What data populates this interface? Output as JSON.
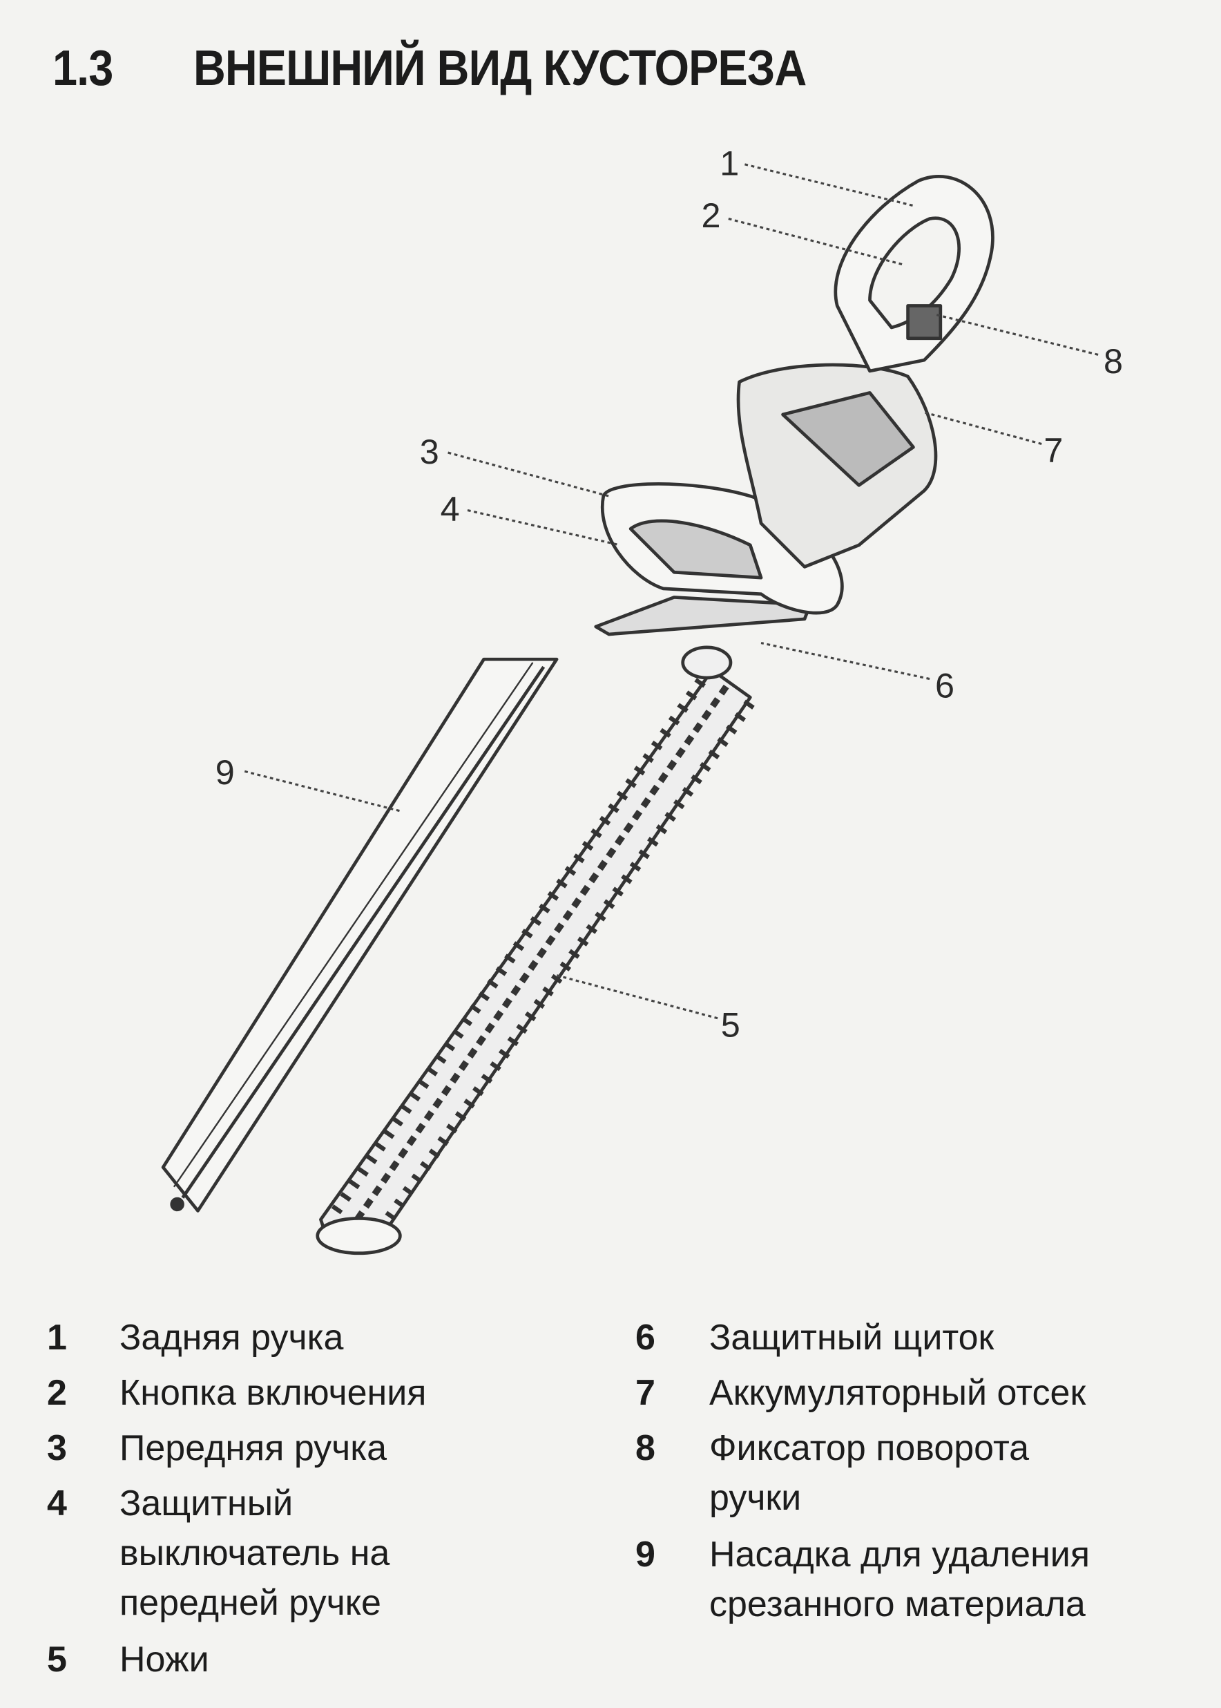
{
  "section": {
    "number": "1.3",
    "title": "ВНЕШНИЙ ВИД КУСТОРЕЗА"
  },
  "callouts": [
    "1",
    "2",
    "3",
    "4",
    "5",
    "6",
    "7",
    "8",
    "9"
  ],
  "legend": [
    {
      "num": "1",
      "lines": [
        "Задняя ручка"
      ]
    },
    {
      "num": "2",
      "lines": [
        "Кнопка включения"
      ]
    },
    {
      "num": "3",
      "lines": [
        "Передняя ручка"
      ]
    },
    {
      "num": "4",
      "lines": [
        "Защитный",
        "выключатель на",
        "передней ручке"
      ]
    },
    {
      "num": "5",
      "lines": [
        "Ножи"
      ]
    },
    {
      "num": "6",
      "lines": [
        "Защитный щиток"
      ]
    },
    {
      "num": "7",
      "lines": [
        "Аккумуляторный отсек"
      ]
    },
    {
      "num": "8",
      "lines": [
        "Фиксатор поворота",
        "ручки"
      ]
    },
    {
      "num": "9",
      "lines": [
        "Насадка для удаления",
        "срезанного материала"
      ]
    }
  ]
}
